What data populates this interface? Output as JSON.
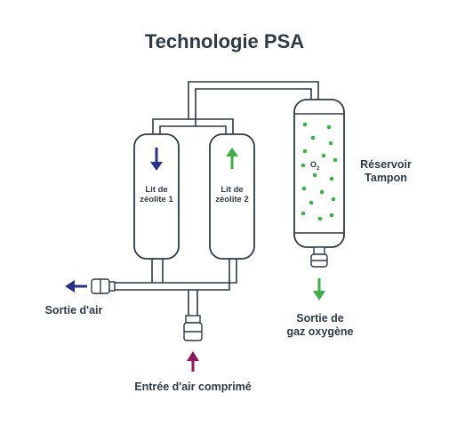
{
  "title": "Technologie PSA",
  "column1": {
    "line1": "Lit de",
    "line2": "zéolite 1"
  },
  "column2": {
    "line1": "Lit de",
    "line2": "zéolite 2"
  },
  "reservoir": {
    "line1": "Réservoir",
    "line2": "Tampon"
  },
  "o2_label": "O",
  "o2_sub": "2",
  "air_outlet": "Sortie d'air",
  "oxygen_outlet": {
    "line1": "Sortie de",
    "line2": "gaz oxygène"
  },
  "air_inlet": "Entrée d'air comprimé",
  "colors": {
    "text": "#2e3a46",
    "pipe_stroke": "#2e3a46",
    "arrow_blue": "#27318c",
    "arrow_green": "#3fae49",
    "arrow_purple": "#8e1a5e",
    "bubble": "#3fae49"
  },
  "icons": [
    "arrow-down-icon",
    "arrow-up-icon",
    "arrow-left-icon",
    "inlet-arrow-icon",
    "outlet-arrow-icon"
  ]
}
